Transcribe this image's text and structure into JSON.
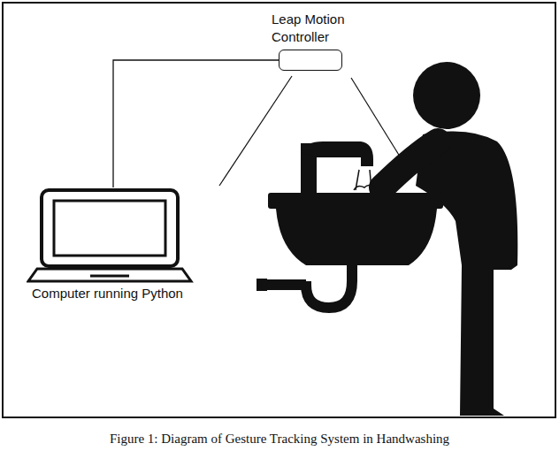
{
  "diagram": {
    "caption": "Figure 1: Diagram of Gesture Tracking System in Handwashing",
    "nodes": [
      {
        "text": [
          "Leap Motion Controller"
        ]
      },
      {
        "text": [
          "Computer running Python"
        ]
      }
    ],
    "edges": [
      {
        "from": 1,
        "to": 0,
        "arrow": "none"
      }
    ]
  }
}
